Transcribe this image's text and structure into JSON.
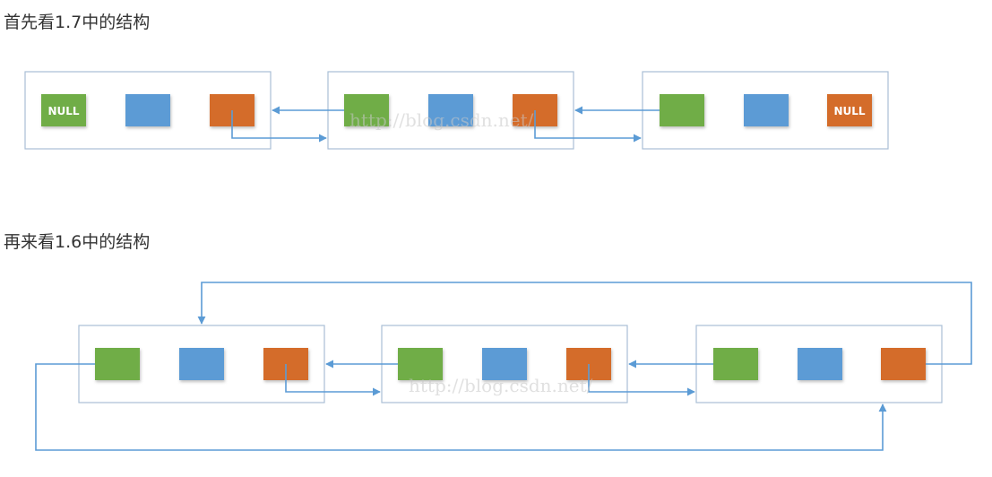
{
  "headings": {
    "jdk17": "首先看1.7中的结构",
    "jdk16": "再来看1.6中的结构"
  },
  "null_label": "NULL",
  "watermark": "http://blog.csdn.net/",
  "colors": {
    "prev": "#70ad47",
    "data": "#5b9bd5",
    "next": "#d46c29",
    "connector": "#5b9bd5",
    "box_border": "#a9bfd6"
  },
  "icons": {
    "arrow": "arrowhead-icon"
  }
}
